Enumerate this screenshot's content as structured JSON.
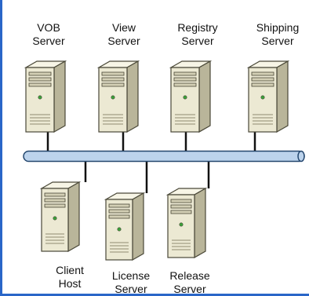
{
  "colors": {
    "frame_border": "#2a66c8",
    "bus_fill": "#bcd3ec",
    "bus_stroke": "#24476e",
    "connector": "#111111",
    "server_front": "#ece9d3",
    "server_side": "#b9b59a",
    "server_top": "#f7f5e6",
    "server_outline": "#4a4838",
    "led": "#3aa23a"
  },
  "servers": {
    "vob": {
      "line1": "VOB",
      "line2": "Server"
    },
    "view": {
      "line1": "View",
      "line2": "Server"
    },
    "registry": {
      "line1": "Registry",
      "line2": "Server"
    },
    "shipping": {
      "line1": "Shipping",
      "line2": "Server"
    },
    "client": {
      "line1": "Client",
      "line2": "Host"
    },
    "license": {
      "line1": "License",
      "line2": "Server"
    },
    "release": {
      "line1": "Release",
      "line2": "Server"
    }
  }
}
